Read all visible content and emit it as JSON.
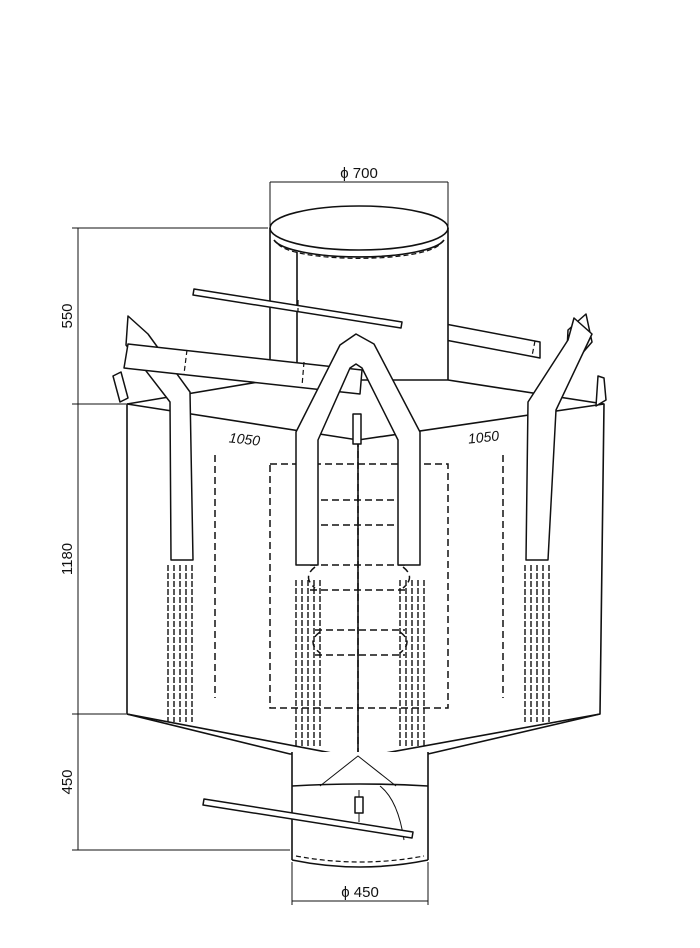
{
  "dimensions": {
    "top_spout_diameter": "ϕ 700",
    "bottom_spout_diameter": "ϕ 450",
    "top_spout_height": "550",
    "body_height": "1180",
    "bottom_spout_height": "450",
    "left_panel_width": "1050",
    "right_panel_width": "1050"
  }
}
